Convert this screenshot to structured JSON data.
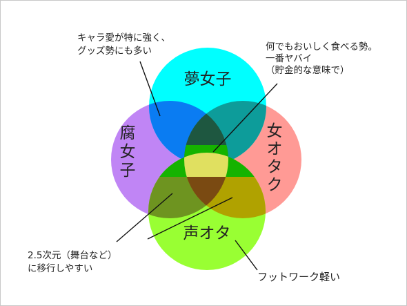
{
  "circles": {
    "yume": {
      "label": "夢女子",
      "color": "#00ffff"
    },
    "fu": {
      "label_lines": [
        "腐",
        "女",
        "子"
      ],
      "color": "#c085f5"
    },
    "onna": {
      "label_lines": [
        "女",
        "オ",
        "タ",
        "ク"
      ],
      "color": "#ff9a95"
    },
    "koe": {
      "label": "声オタ",
      "color": "#99ff33"
    }
  },
  "overlap_colors": {
    "yume_fu": "#0a7cf2",
    "yume_onna": "#0d9c9a",
    "yume_fu_onna": "#1e5740",
    "fu_koe": "#6e9420",
    "onna_koe": "#b0a200",
    "fu_onna_koe": "#7a4a12",
    "center": "#e0e060",
    "center_side": "#15b300"
  },
  "annotations": {
    "chara_love": [
      "キャラ愛が特に強く、",
      "グッズ勢にも多い"
    ],
    "eat_anything": [
      "何でもおいしく食べる勢。",
      "一番ヤバイ",
      "（貯金的な意味で）"
    ],
    "stage": [
      "2.5次元（舞台など）",
      "に移行しやすい"
    ],
    "footwork": [
      "フットワーク軽い"
    ]
  }
}
